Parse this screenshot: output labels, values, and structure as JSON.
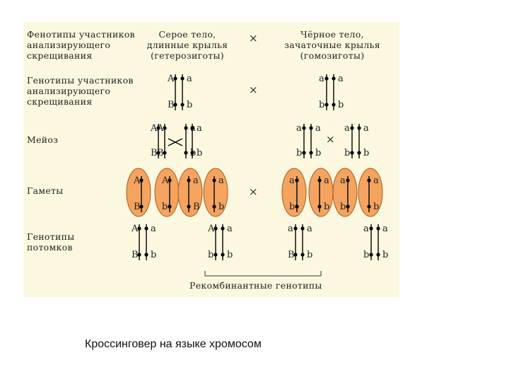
{
  "rows": {
    "phenotypes": "Фенотипы участников\nанализирующего\nскрещивания",
    "genotypes": "Генотипы участников\nанализирующего\nскрещивания",
    "meiosis": "Мейоз",
    "gametes": "Гаметы",
    "offspring": "Генотипы\nпотомков"
  },
  "parents": {
    "left": "Серое тело,\nдлинные крылья\n(гетерозиготы)",
    "right": "Чёрное тело,\nзачаточные крылья\n(гомозиготы)"
  },
  "cross_symbol": "×",
  "recombinant_label": "Рекомбинантные генотипы",
  "caption": "Кроссинговер на языке хромосом",
  "colors": {
    "panel": "#fcf7df",
    "gamete_fill": "#f4a460",
    "gamete_stroke": "#a55a1a",
    "chromosome": "#000000"
  },
  "genotype_pairs": {
    "parent_left": [
      [
        "A",
        "B"
      ],
      [
        "a",
        "b"
      ]
    ],
    "parent_right": [
      [
        "a",
        "b"
      ],
      [
        "a",
        "b"
      ]
    ],
    "meiosis_left": [
      [
        "A",
        "B"
      ],
      [
        "A",
        "B"
      ],
      [
        "a",
        "b"
      ],
      [
        "a",
        "b"
      ]
    ],
    "meiosis_right_1": [
      [
        "a",
        "b"
      ],
      [
        "a",
        "b"
      ]
    ],
    "meiosis_right_2": [
      [
        "a",
        "b"
      ],
      [
        "a",
        "b"
      ]
    ],
    "gametes_left": [
      [
        "A",
        "B"
      ],
      [
        "A",
        "b"
      ],
      [
        "a",
        "B"
      ],
      [
        "a",
        "b"
      ]
    ],
    "gametes_right": [
      [
        "a",
        "b"
      ],
      [
        "a",
        "b"
      ],
      [
        "a",
        "b"
      ],
      [
        "a",
        "b"
      ]
    ],
    "offspring_1": [
      [
        "A",
        "B"
      ],
      [
        "a",
        "b"
      ]
    ],
    "offspring_2": [
      [
        "A",
        "b"
      ],
      [
        "a",
        "b"
      ]
    ],
    "offspring_3": [
      [
        "a",
        "B"
      ],
      [
        "a",
        "b"
      ]
    ],
    "offspring_4": [
      [
        "a",
        "b"
      ],
      [
        "a",
        "b"
      ]
    ]
  }
}
